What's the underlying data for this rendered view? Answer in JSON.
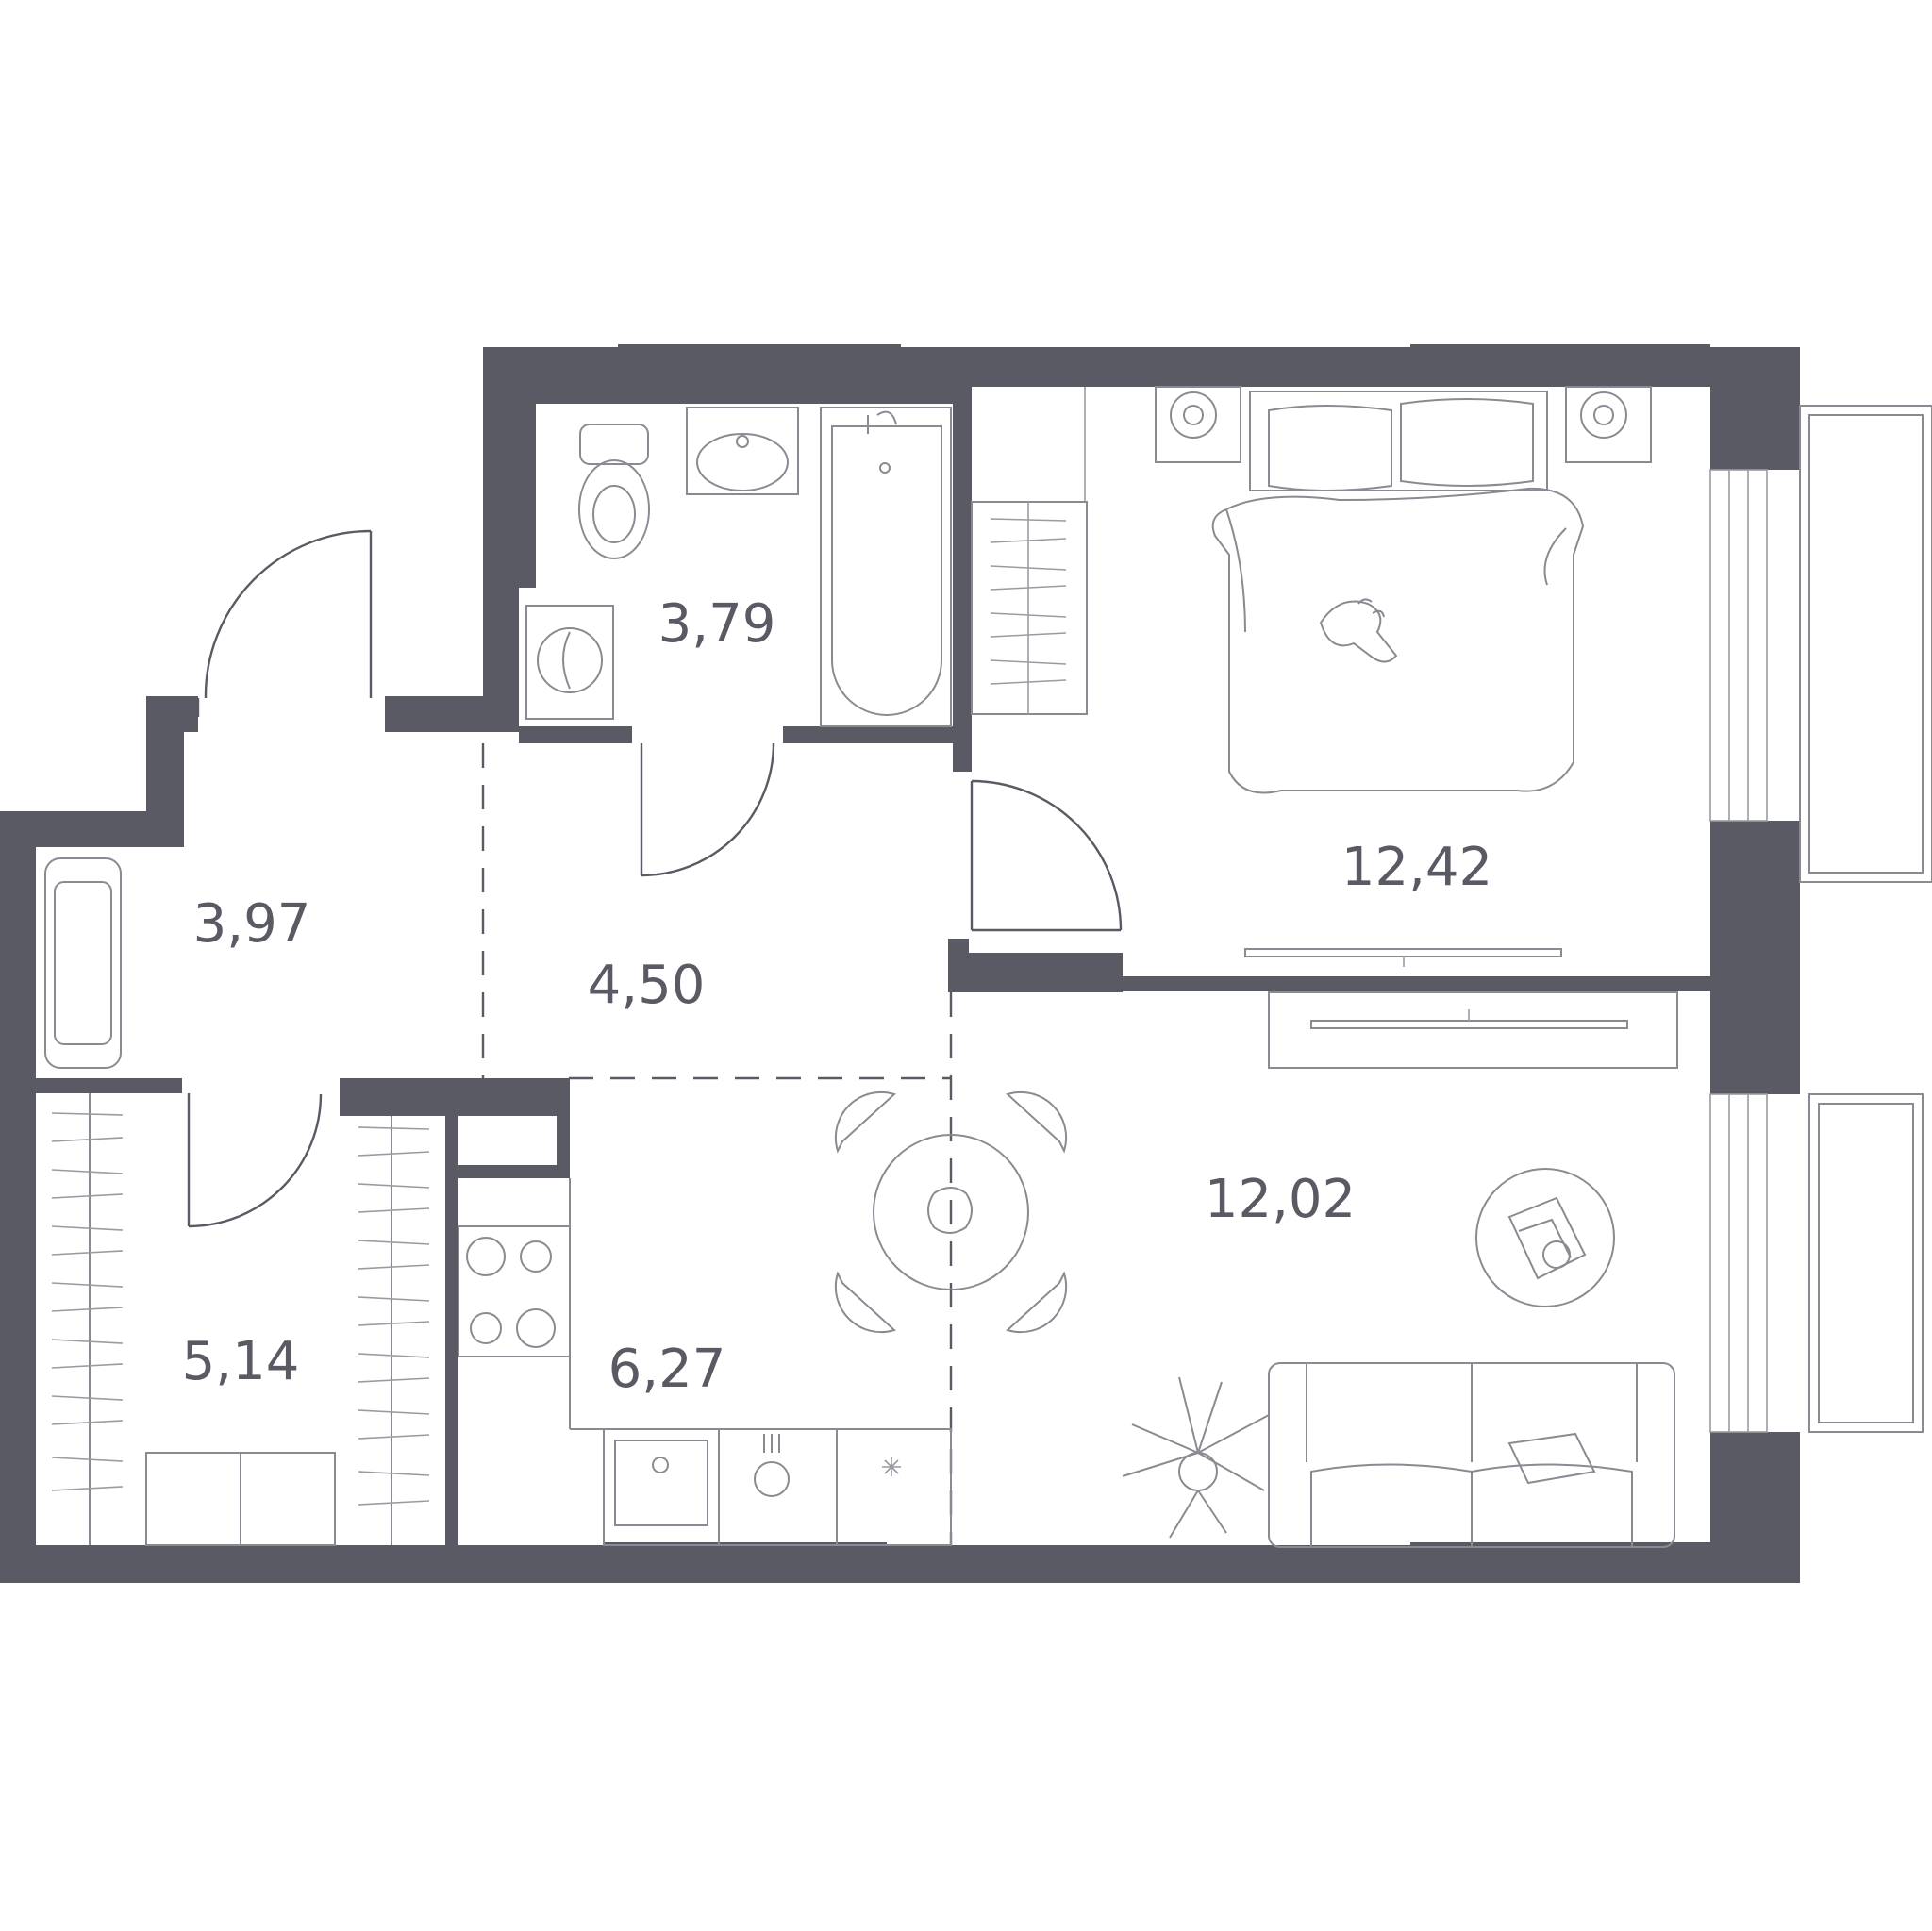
{
  "colors": {
    "wall": "#595a63",
    "furniture": "#8a8b92",
    "background": "#ffffff"
  },
  "rooms": [
    {
      "id": "bathroom",
      "area": "3,79"
    },
    {
      "id": "hall",
      "area": "3,97"
    },
    {
      "id": "corridor",
      "area": "4,50"
    },
    {
      "id": "bedroom",
      "area": "12,42"
    },
    {
      "id": "living",
      "area": "12,02"
    },
    {
      "id": "wardrobe",
      "area": "5,14"
    },
    {
      "id": "kitchen",
      "area": "6,27"
    }
  ],
  "icons": [
    "toilet-icon",
    "sink-icon",
    "bathtub-icon",
    "washing-machine-icon",
    "bed-icon",
    "nightstand-lamp-icon",
    "tv-icon",
    "wardrobe-icon",
    "dining-table-icon",
    "chair-icon",
    "stove-icon",
    "kitchen-sink-icon",
    "dishwasher-icon",
    "sofa-icon",
    "plant-icon",
    "coffee-table-icon",
    "bench-icon",
    "door-swing-icon",
    "window-icon",
    "balcony-icon"
  ]
}
